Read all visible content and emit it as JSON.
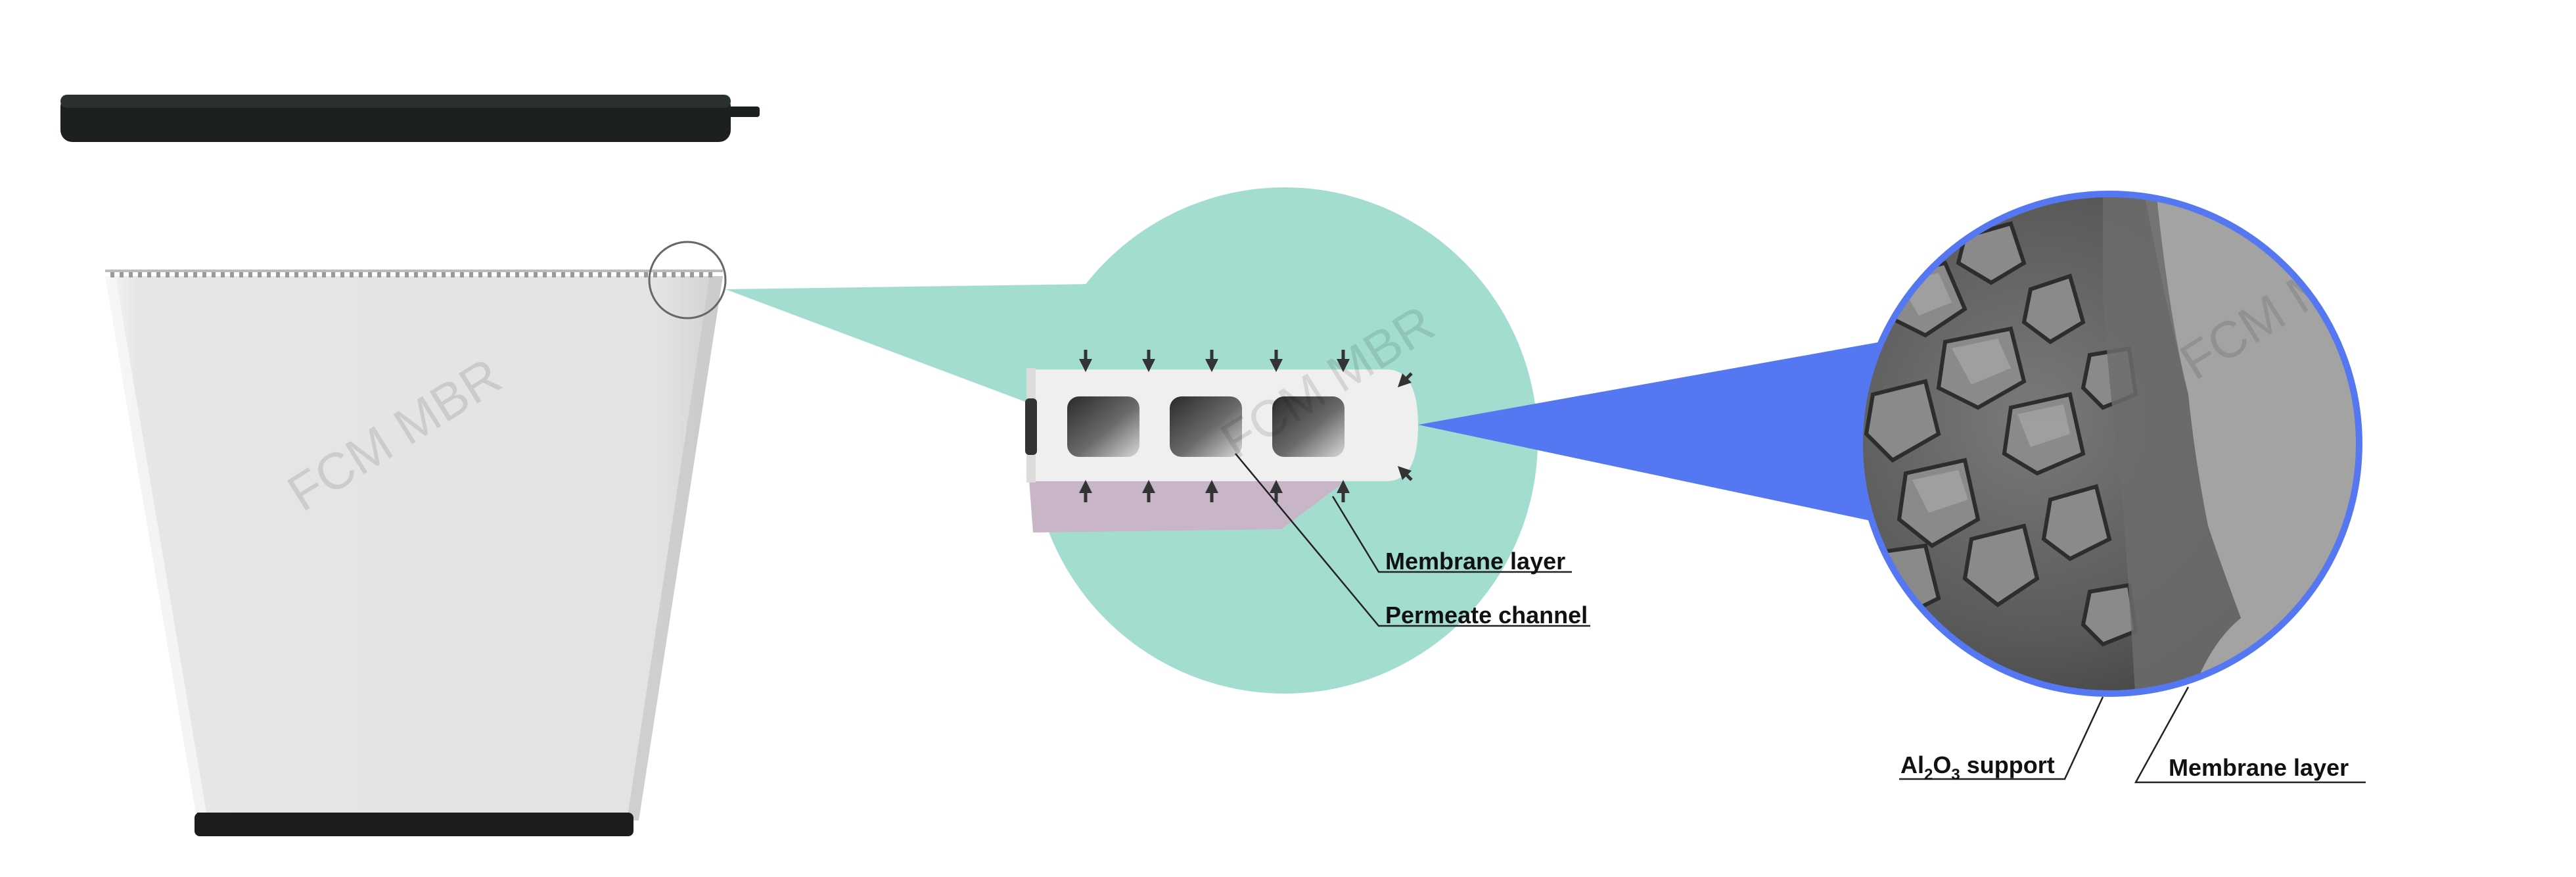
{
  "watermark": "FCM MBR",
  "labels": {
    "membrane_layer_mid": "Membrane layer",
    "permeate_channel": "Permeate channel",
    "support_prefix": "Al",
    "support_sub1": "2",
    "support_mid": "O",
    "support_sub2": "3",
    "support_suffix": " support",
    "membrane_layer_right": "Membrane layer"
  },
  "colors": {
    "mint": "#a3ddcf",
    "blue": "#5577f2",
    "membrane_panel": "#e0e0e0",
    "header": "#1a1f1c",
    "channel_body": "#eeeeee",
    "purple": "#c9b5c8"
  },
  "icons": {
    "magnifier_ring": "circle-outline",
    "flow_arrows": "small-arrow-icons"
  }
}
